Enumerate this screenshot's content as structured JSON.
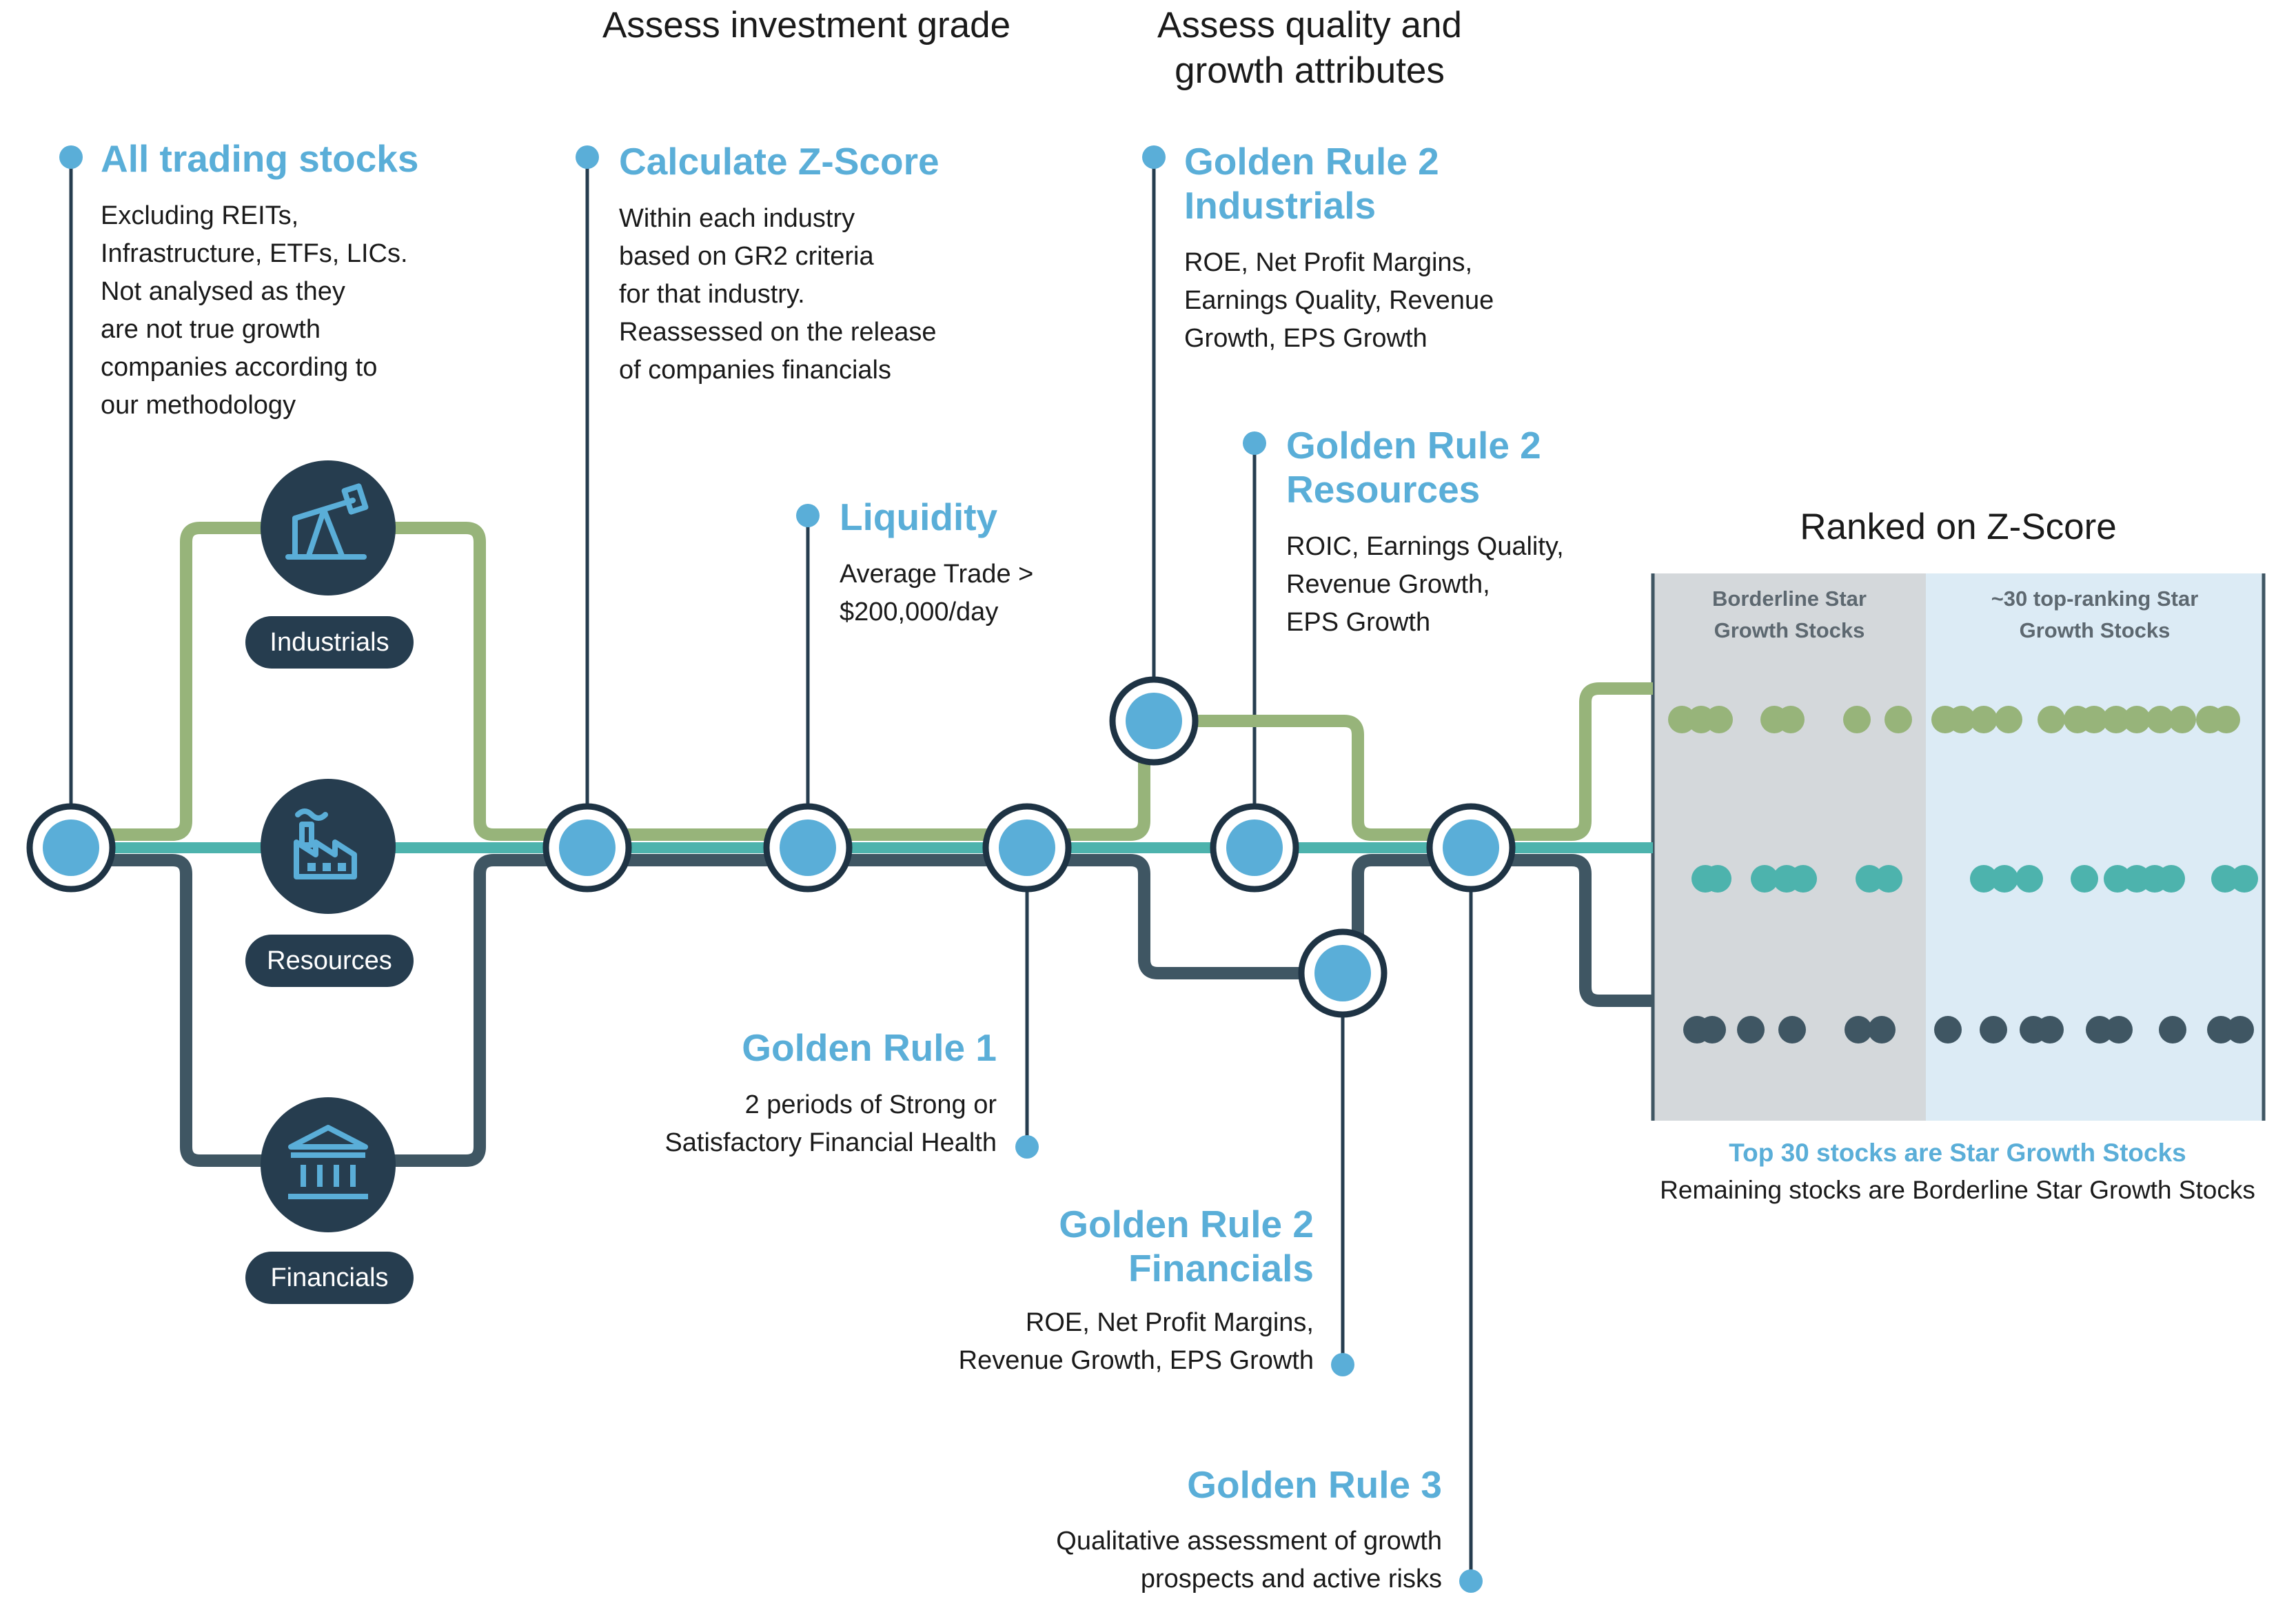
{
  "phases": {
    "investment_grade": "Assess investment grade",
    "quality_growth": "Assess quality and\ngrowth attributes"
  },
  "steps": {
    "all_trading": {
      "title": "All trading stocks",
      "body": "Excluding REITs,\nInfrastructure, ETFs, LICs.\nNot analysed as they\nare not true growth\ncompanies according to\nour methodology"
    },
    "z_score": {
      "title": "Calculate Z-Score",
      "body": "Within each industry\nbased on GR2 criteria\nfor that industry.\nReassessed on the release\nof companies financials"
    },
    "liquidity": {
      "title": "Liquidity",
      "body": "Average Trade >\n$200,000/day"
    },
    "gr2_industrials": {
      "title": "Golden Rule 2\nIndustrials",
      "body": "ROE, Net Profit Margins,\nEarnings Quality, Revenue\nGrowth, EPS Growth"
    },
    "gr2_resources": {
      "title": "Golden Rule 2\nResources",
      "body": "ROIC, Earnings Quality,\nRevenue Growth,\nEPS Growth"
    },
    "gr1": {
      "title": "Golden Rule 1",
      "body": "2 periods of Strong or\nSatisfactory Financial Health"
    },
    "gr2_financials": {
      "title": "Golden Rule 2\nFinancials",
      "body": "ROE, Net Profit Margins,\nRevenue Growth, EPS Growth"
    },
    "gr3": {
      "title": "Golden Rule 3",
      "body": "Qualitative assessment of growth\nprospects and active risks"
    }
  },
  "sectors": [
    {
      "label": "Industrials",
      "icon": "oil-pump-icon"
    },
    {
      "label": "Resources",
      "icon": "factory-icon"
    },
    {
      "label": "Financials",
      "icon": "bank-icon"
    }
  ],
  "ranking": {
    "title": "Ranked on Z-Score",
    "borderline_label": "Borderline Star\nGrowth Stocks",
    "top_label": "~30 top-ranking Star\nGrowth Stocks",
    "footer_highlight": "Top 30 stocks are Star Growth Stocks",
    "footer_note": "Remaining stocks are Borderline Star Growth Stocks"
  },
  "colors": {
    "industrials_track": "#97b47a",
    "resources_track": "#4db3ad",
    "financials_track": "#3f5663",
    "node_fill": "#5aaed8",
    "node_ring": "#1e3344",
    "heading_blue": "#5aaed8",
    "dark_navy": "#263d4f",
    "borderline_bg": "#d4d8db",
    "top_bg": "#dcebf5"
  }
}
